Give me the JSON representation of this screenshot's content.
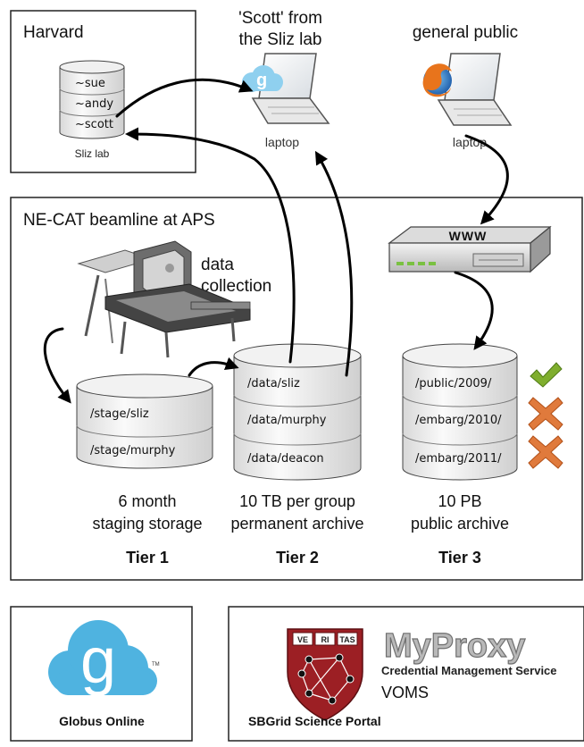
{
  "harvard": {
    "title": "Harvard",
    "disk_entries": [
      "~sue",
      "~andy",
      "~scott"
    ],
    "disk_label": "Sliz lab"
  },
  "scott_laptop": {
    "title_line1": "'Scott'  from",
    "title_line2": "the Sliz lab",
    "label": "laptop"
  },
  "public_laptop": {
    "title": "general public",
    "label": "laptop"
  },
  "server": {
    "label": "WWW"
  },
  "beamline": {
    "title": "NE-CAT beamline at APS",
    "collection_line1": "data",
    "collection_line2": "collection"
  },
  "tier1": {
    "entries": [
      "/stage/sliz",
      "/stage/murphy"
    ],
    "desc_line1": "6 month",
    "desc_line2": "staging storage",
    "label": "Tier 1"
  },
  "tier2": {
    "entries": [
      "/data/sliz",
      "/data/murphy",
      "/data/deacon"
    ],
    "desc_line1": "10 TB per group",
    "desc_line2": "permanent archive",
    "label": "Tier 2"
  },
  "tier3": {
    "entries": [
      "/public/2009/",
      "/embarg/2010/",
      "/embarg/2011/"
    ],
    "statuses": [
      "check",
      "cross",
      "cross"
    ],
    "desc_line1": "10 PB",
    "desc_line2": "public archive",
    "label": "Tier 3"
  },
  "globus": {
    "label": "Globus Online",
    "logo_letter": "g",
    "tm": "TM"
  },
  "sbgrid": {
    "myproxy": "MyProxy",
    "cms": "Credential Management Service",
    "voms": "VOMS",
    "portal": "SBGrid Science Portal",
    "shield_words": [
      "VE",
      "RI",
      "TAS"
    ]
  },
  "colors": {
    "check": "#7fae2e",
    "cross": "#e07a3c",
    "globus": "#4fb3e0",
    "shield": "#9c1f24"
  }
}
